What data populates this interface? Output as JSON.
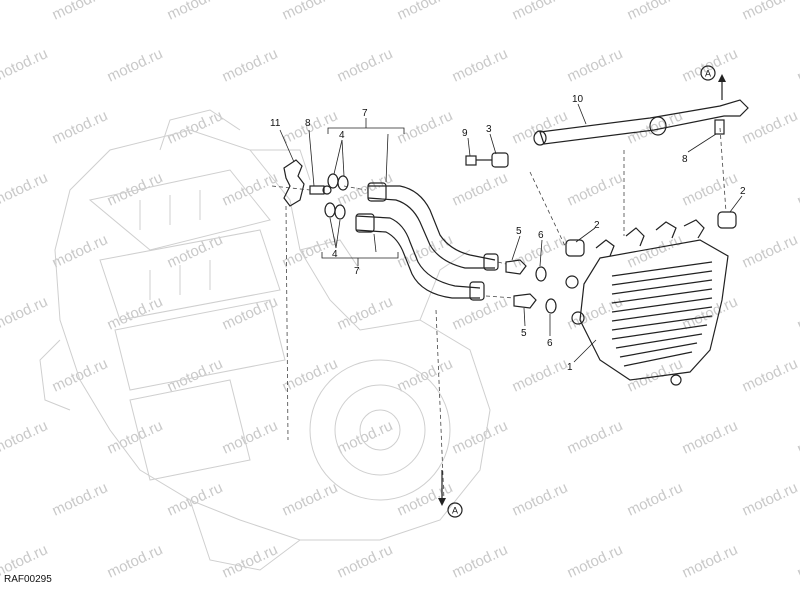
{
  "watermark": "motod.ru",
  "figure_code": "RAF00295",
  "arrow_label": "A",
  "callouts": {
    "c1": "1",
    "c2a": "2",
    "c2b": "2",
    "c3": "3",
    "c4a": "4",
    "c4b": "4",
    "c5a": "5",
    "c5b": "5",
    "c6a": "6",
    "c6b": "6",
    "c7a": "7",
    "c7b": "7",
    "c8a": "8",
    "c8b": "8",
    "c9": "9",
    "c10": "10",
    "c11": "11"
  }
}
